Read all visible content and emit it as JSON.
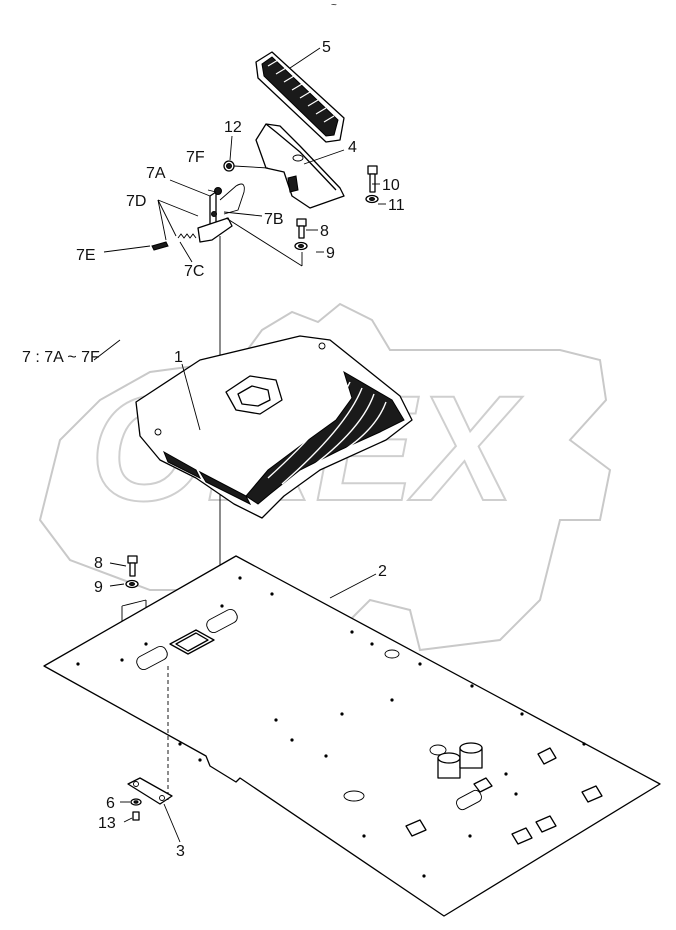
{
  "diagram": {
    "top_mark": "~",
    "assembly_note": "7 : 7A ~ 7F",
    "watermark_text": "OREX",
    "callouts": [
      "5",
      "12",
      "4",
      "7F",
      "7A",
      "10",
      "11",
      "7D",
      "7B",
      "8",
      "9",
      "7E",
      "7C",
      "1",
      "8",
      "9",
      "2",
      "6",
      "13",
      "3"
    ]
  }
}
